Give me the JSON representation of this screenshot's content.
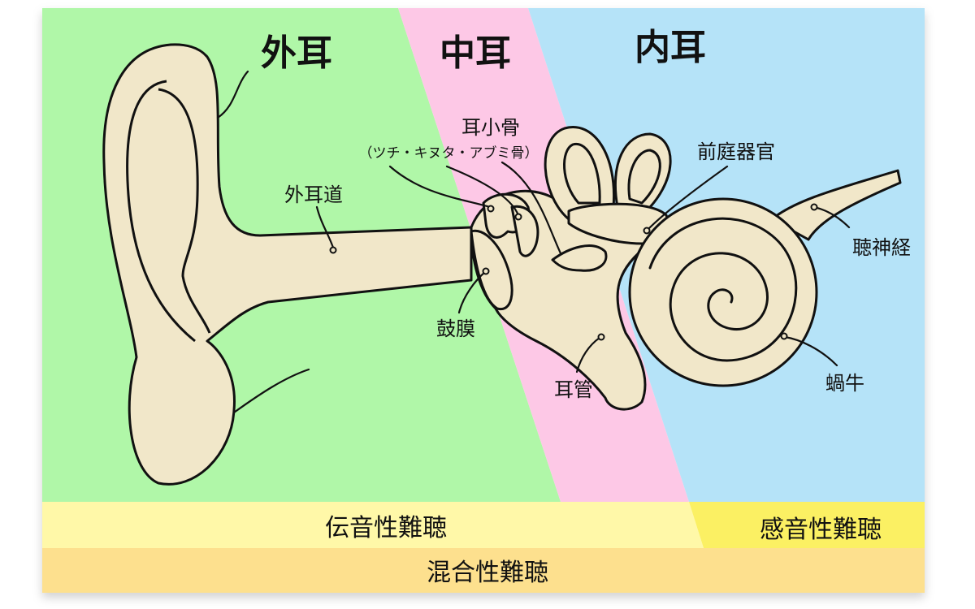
{
  "colors": {
    "outer": "#b0f7a8",
    "middle": "#fdc8e6",
    "inner": "#b5e3f8",
    "conductive": "#fff8a8",
    "sensorineural": "#fbf063",
    "mixed": "#fde08e",
    "tissue": "#f1e7c9"
  },
  "regions": {
    "outer_ear": "外耳",
    "middle_ear": "中耳",
    "inner_ear": "内耳"
  },
  "parts": {
    "ossicles": "耳小骨",
    "ossicles_detail": "（ツチ・キヌタ・アブミ骨）",
    "vestibular": "前庭器官",
    "ear_canal": "外耳道",
    "auditory_nerve": "聴神経",
    "eardrum": "鼓膜",
    "eustachian_tube": "耳管",
    "cochlea": "蝸牛"
  },
  "hearing_loss": {
    "conductive": "伝音性難聴",
    "sensorineural": "感音性難聴",
    "mixed": "混合性難聴"
  }
}
